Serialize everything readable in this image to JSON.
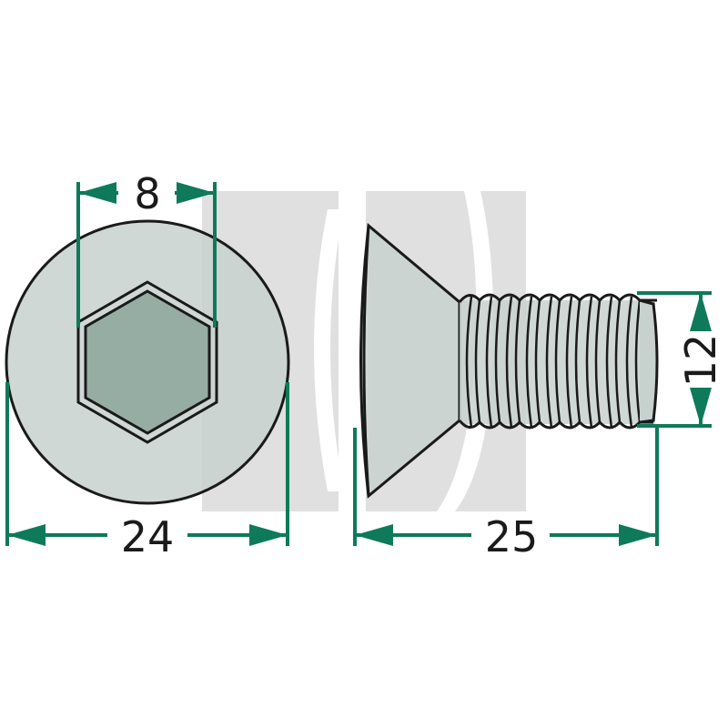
{
  "dimensions": {
    "hex_width": "8",
    "head_diameter": "24",
    "length": "25",
    "thread_diameter": "12"
  },
  "colors": {
    "dimension_line": "#0e7a5a",
    "metal_light": "#c7d1ce",
    "metal_hex": "#8fa89f",
    "watermark": "#d4d4d4",
    "outline": "#1a1a1a"
  }
}
